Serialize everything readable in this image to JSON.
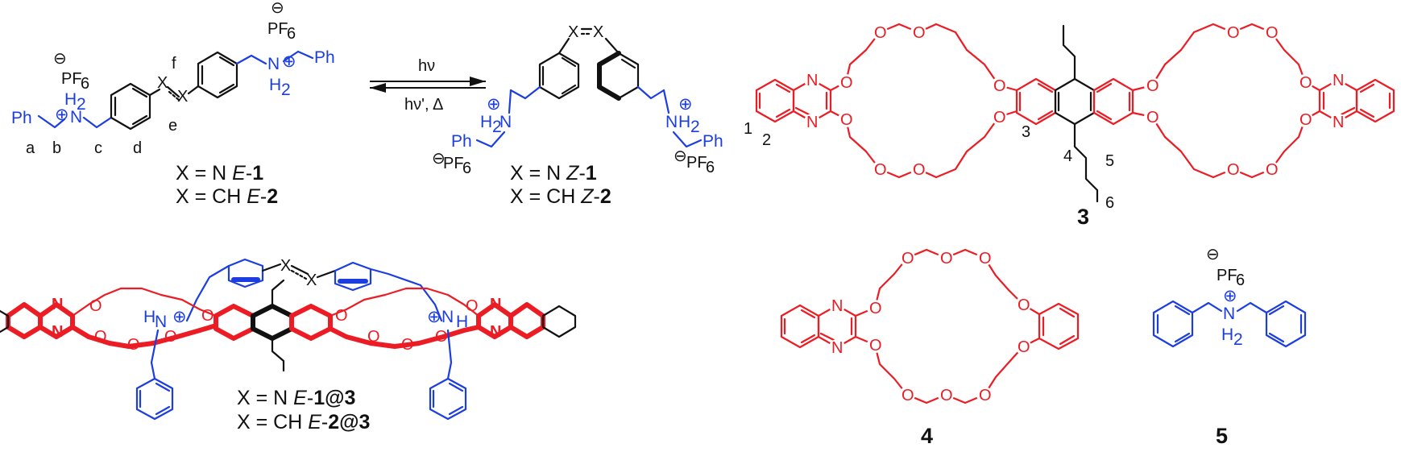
{
  "figure": {
    "arrow": {
      "forward": "hν",
      "reverse": "hν', Δ"
    },
    "e_isomer": {
      "atoms": {
        "X": "X",
        "H2": "H",
        "H2_sub": "2",
        "N": "N",
        "Ph": "Ph",
        "PF6": "PF",
        "PF6_sub": "6"
      },
      "charges": {
        "minus": "⊖",
        "plus": "⊕"
      },
      "proton_labels": [
        "a",
        "b",
        "c",
        "d",
        "e",
        "f"
      ],
      "label_line_1": {
        "prefix": "X = N   ",
        "isomer": "E",
        "dash": "-",
        "compound": "1"
      },
      "label_line_2": {
        "prefix": "X = CH ",
        "isomer": "E",
        "dash": "-",
        "compound": "2"
      }
    },
    "z_isomer": {
      "label_line_1": {
        "prefix": "X = N   ",
        "isomer": "Z",
        "dash": "-",
        "compound": "1"
      },
      "label_line_2": {
        "prefix": "X = CH ",
        "isomer": "Z",
        "dash": "-",
        "compound": "2"
      }
    },
    "complex": {
      "label_line_1": {
        "prefix": "X = N   ",
        "isomer": "E",
        "dash": "-",
        "compound": "1@3"
      },
      "label_line_2": {
        "prefix": "X = CH ",
        "isomer": "E",
        "dash": "-",
        "compound": "2@3"
      }
    },
    "macrocycle": {
      "atoms": {
        "O": "O",
        "N": "N"
      },
      "position_labels": [
        "1",
        "2",
        "3",
        "4",
        "5",
        "6"
      ]
    },
    "compound_numbers": {
      "bis_crown": "3",
      "crown": "4",
      "ammonium": "5"
    },
    "colors": {
      "host": "#ec1c24",
      "guest": "#1c3ee0",
      "core": "#111111"
    }
  }
}
